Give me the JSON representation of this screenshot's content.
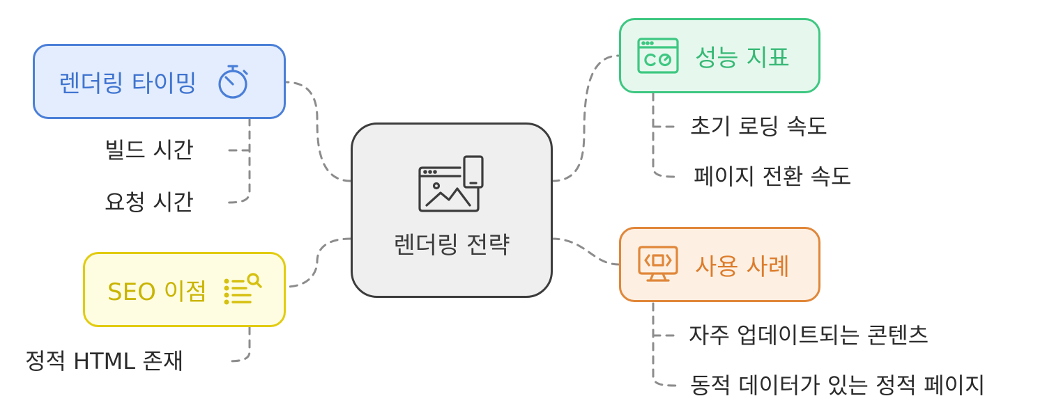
{
  "center": {
    "label": "렌더링 전략",
    "icon": "browser-mobile-icon"
  },
  "branches": {
    "timing": {
      "label": "렌더링 타이밍",
      "icon": "stopwatch-icon",
      "color": "#4a7fd8",
      "fill": "#e4edfd",
      "items": [
        "빌드 시간",
        "요청 시간"
      ]
    },
    "seo": {
      "label": "SEO 이점",
      "icon": "list-search-icon",
      "color": "#e2cc10",
      "fill": "#fefde2",
      "items": [
        "정적 HTML 존재"
      ]
    },
    "performance": {
      "label": "성능 지표",
      "icon": "dashboard-window-icon",
      "color": "#3ec781",
      "fill": "#e6f8ee",
      "items": [
        "초기 로딩 속도",
        "페이지 전환 속도"
      ]
    },
    "usecases": {
      "label": "사용 사례",
      "icon": "code-monitor-icon",
      "color": "#e0873a",
      "fill": "#fdf0e3",
      "items": [
        "자주 업데이트되는 콘텐츠",
        "동적 데이터가 있는 정적 페이지"
      ]
    }
  },
  "colors": {
    "center_border": "#3c3c3c",
    "center_fill": "#efefef",
    "connector": "#8c8c8c"
  }
}
